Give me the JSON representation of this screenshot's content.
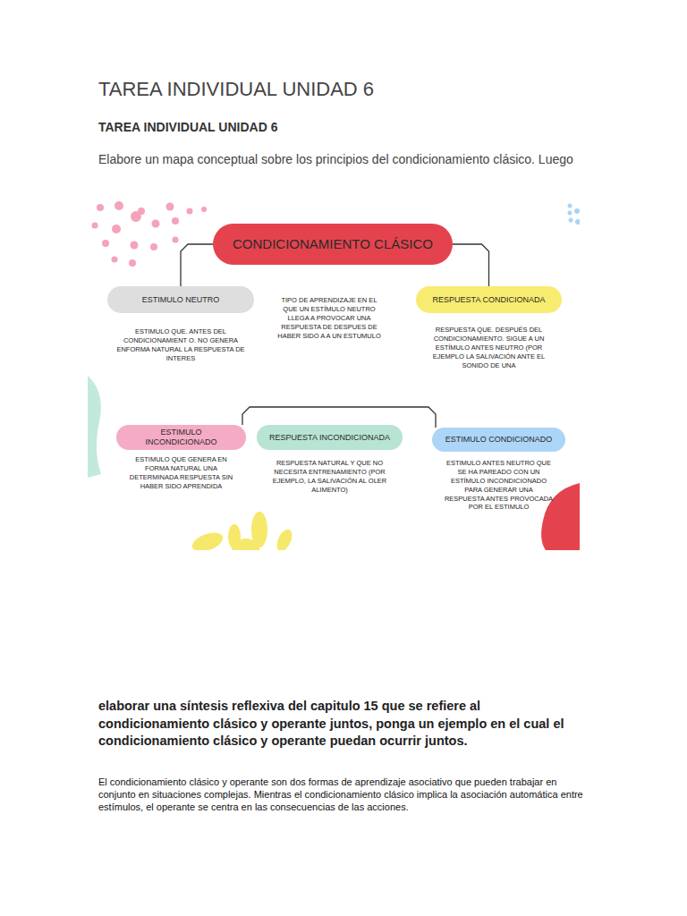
{
  "diagram": {
    "title": "TAREA INDIVIDUAL UNIDAD 6",
    "nodes": [
      {
        "text": [
          "CONDICIONAMIENTO CLÁSICO"
        ]
      },
      {
        "text": [
          "ESTIMULO NEUTRO",
          "ESTIMULO QUE. ANTES DEL CONDICIONAMIENT O. NO GENERA ENFORMA NATURAL LA RESPUESTA DE INTERES"
        ]
      },
      {
        "text": [
          "RESPUESTA CONDICIONADA",
          "RESPUESTA QUE. DESPUÉS DEL CONDICIONAMIENTO. SIGUE A UN ESTÍMULO ANTES NEUTRO (POR EJEMPLO LA SALIVACIÓN ANTE EL SONIDO DE UNA"
        ]
      },
      {
        "text": [
          "ESTIMULO INCONDICIONADO",
          "ESTIMULO QUE GENERA EN FORMA NATURAL UNA DETERMINADA RESPUESTA SIN HABER SIDO APRENDIDA"
        ]
      },
      {
        "text": [
          "RESPUESTA INCONDICIONADA",
          "RESPUESTA NATURAL Y QUE NO NECESITA ENTRENAMIENTO (POR EJEMPLO, LA SALIVACIÓN AL OLER ALIMENTO)"
        ]
      },
      {
        "text": [
          "ESTIMULO CONDICIONADO",
          "ESTIMULO ANTES NEUTRO QUE SE HA PAREADO CON UN ESTÍMULO INCONDICIONADO PARA GENERAR UNA RESPUESTA ANTES PROVOCADA POR EL ESTIMULO"
        ]
      }
    ],
    "edges": [
      {
        "from": 0,
        "to": 1,
        "arrow": "none"
      },
      {
        "from": 0,
        "to": 2,
        "arrow": "none"
      },
      {
        "from": 3,
        "to": 5,
        "arrow": "none"
      }
    ],
    "labels": [
      "TAREA INDIVIDUAL UNIDAD 6",
      "Elabore un mapa conceptual sobre los principios del condicionamiento clásico. Luego",
      "TIPO DE APRENDIZAJE EN EL QUE UN ESTÍMULO NEUTRO LLEGA A PROVOCAR UNA RESPUESTA DE DESPUES DE HABER SIDO A A UN ESTUMULO",
      "elaborar una síntesis reflexiva del capitulo 15 que se refiere al condicionamiento clásico y operante juntos, ponga un ejemplo en el cual el condicionamiento clásico y operante puedan ocurrir juntos.",
      "El condicionamiento clásico y operante son dos formas de aprendizaje asociativo que pueden trabajar en conjunto en situaciones complejas. Mientras el condicionamiento clásico implica la asociación automática entre estímulos, el operante se centra en las consecuencias de las acciones."
    ]
  }
}
